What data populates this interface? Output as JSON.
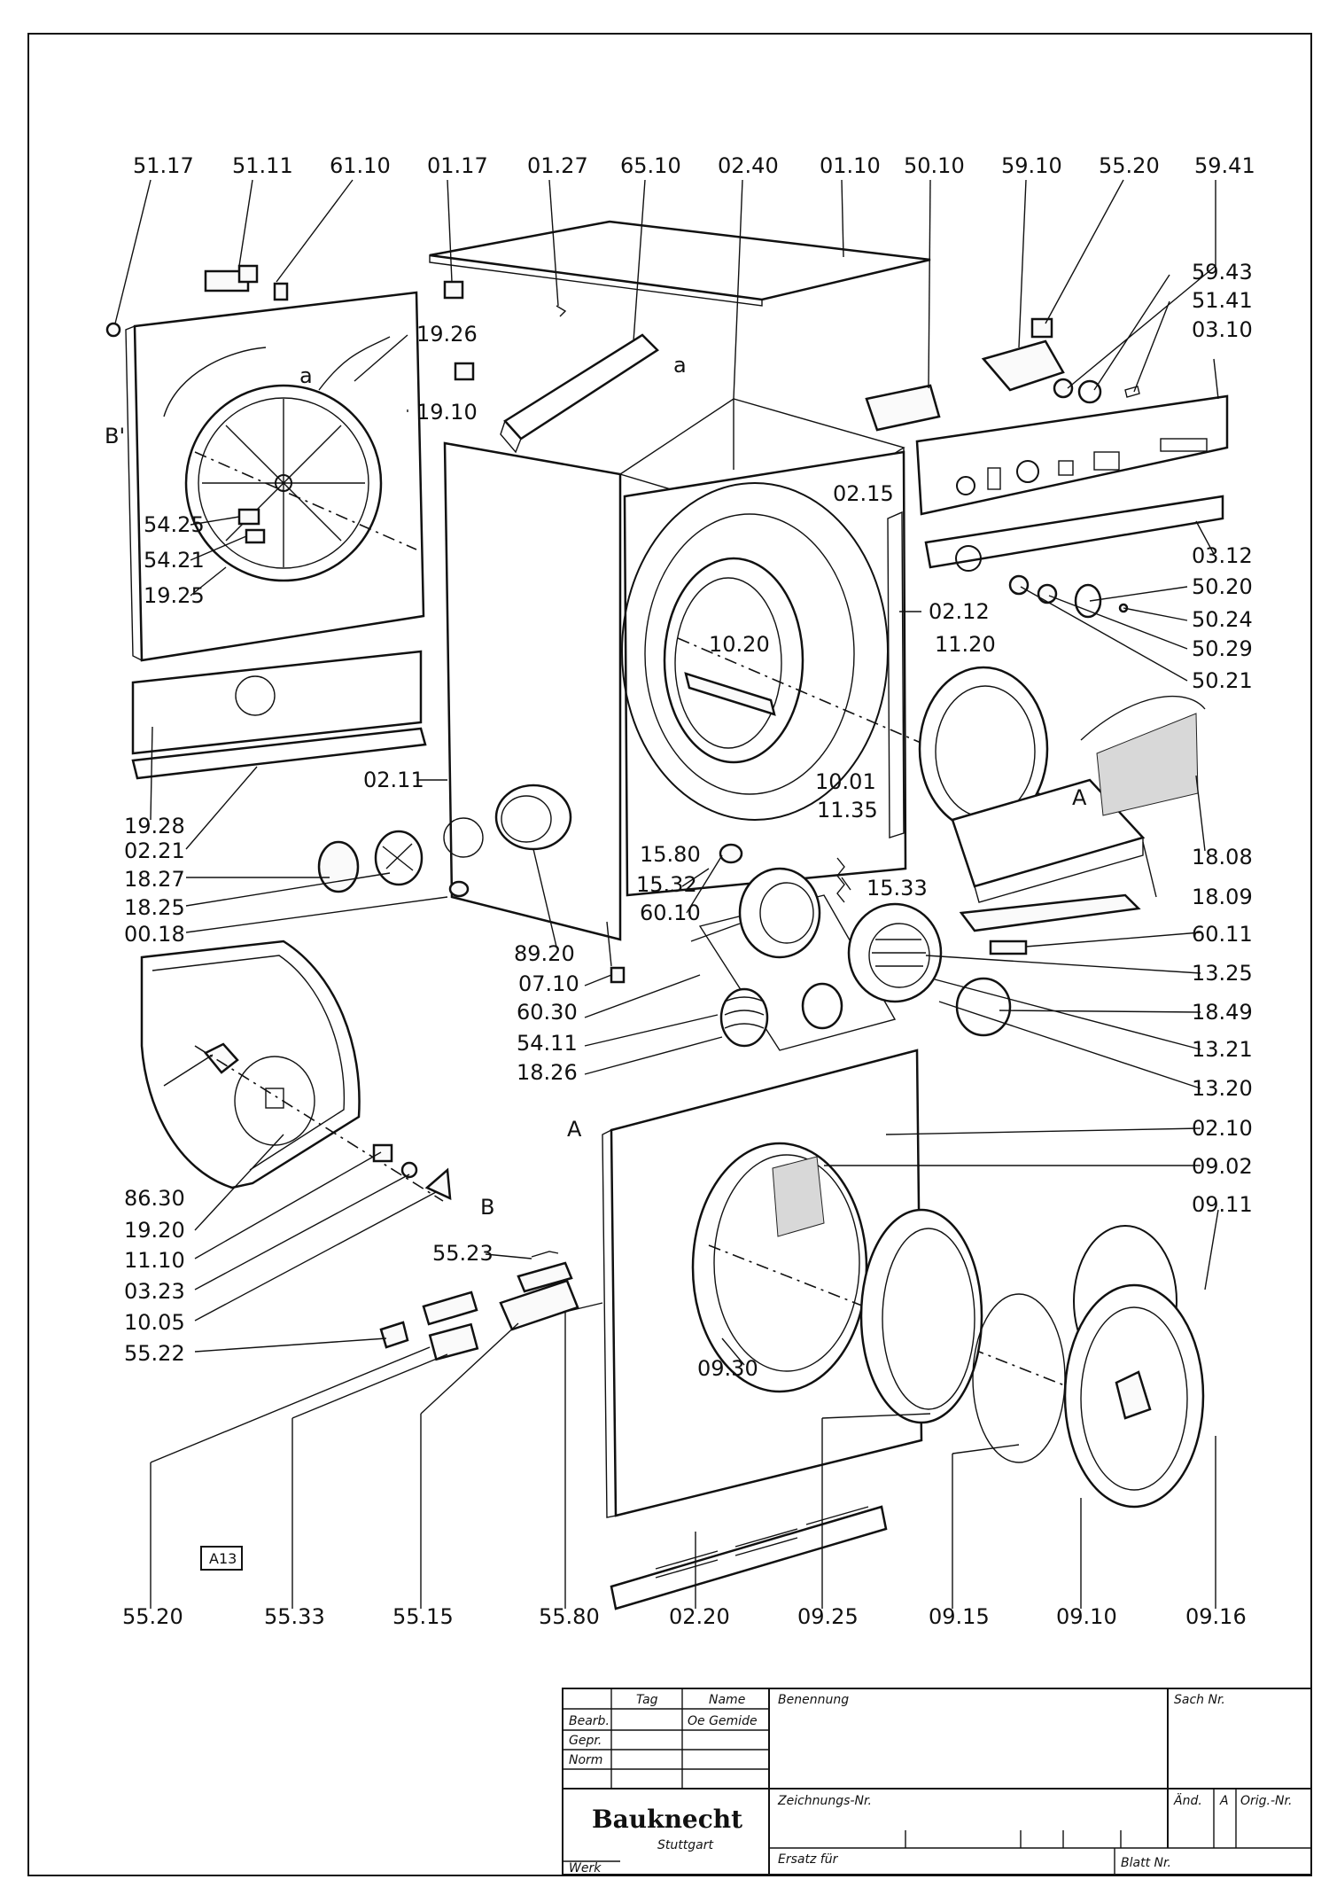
{
  "sheet_code": "A13",
  "callouts_top": [
    "51.17",
    "51.11",
    "61.10",
    "01.17",
    "01.27",
    "65.10",
    "02.40",
    "01.10",
    "50.10",
    "59.10",
    "55.20",
    "59.41"
  ],
  "callouts_right": [
    "59.43",
    "51.41",
    "03.10",
    "03.12",
    "50.20",
    "50.24",
    "50.29",
    "50.21",
    "02.12",
    "18.08",
    "18.09",
    "60.11",
    "13.25",
    "18.49",
    "13.21",
    "13.20",
    "02.10",
    "09.02",
    "09.11"
  ],
  "callouts_left": [
    "19.26",
    "19.10",
    "54.25",
    "54.21",
    "19.25",
    "19.28",
    "02.21",
    "18.27",
    "18.25",
    "00.18",
    "86.30",
    "19.20",
    "11.10",
    "03.23",
    "10.05",
    "55.22"
  ],
  "callouts_center": [
    "02.15",
    "10.20",
    "11.20",
    "02.11",
    "10.01",
    "11.35",
    "15.80",
    "15.32",
    "15.33",
    "60.10",
    "89.20",
    "07.10",
    "60.30",
    "54.11",
    "18.26",
    "55.23",
    "09.30"
  ],
  "callouts_bottom": [
    "55.20",
    "55.33",
    "55.15",
    "55.80",
    "02.20",
    "09.25",
    "09.15",
    "09.10",
    "09.16"
  ],
  "section_marks": {
    "a1": "a",
    "a2": "a",
    "b_prime": "B'",
    "a_mark1": "A",
    "a_mark2": "A",
    "b_mark": "B"
  },
  "title_block": {
    "col_tag": "Tag",
    "col_name": "Name",
    "benennung": "Benennung",
    "sach_nr": "Sach Nr.",
    "bearb": "Bearb.",
    "gepr": "Gepr.",
    "norm": "Norm",
    "signature": "Oe Gemide",
    "zeichnungs_nr": "Zeichnungs-Nr.",
    "aend": "Änd.",
    "aend_val": "A",
    "orig_nr": "Orig.-Nr.",
    "brand": "Bauknecht",
    "city": "Stuttgart",
    "werk": "Werk",
    "ersatz_fuer": "Ersatz für",
    "blatt_nr": "Blatt Nr."
  }
}
